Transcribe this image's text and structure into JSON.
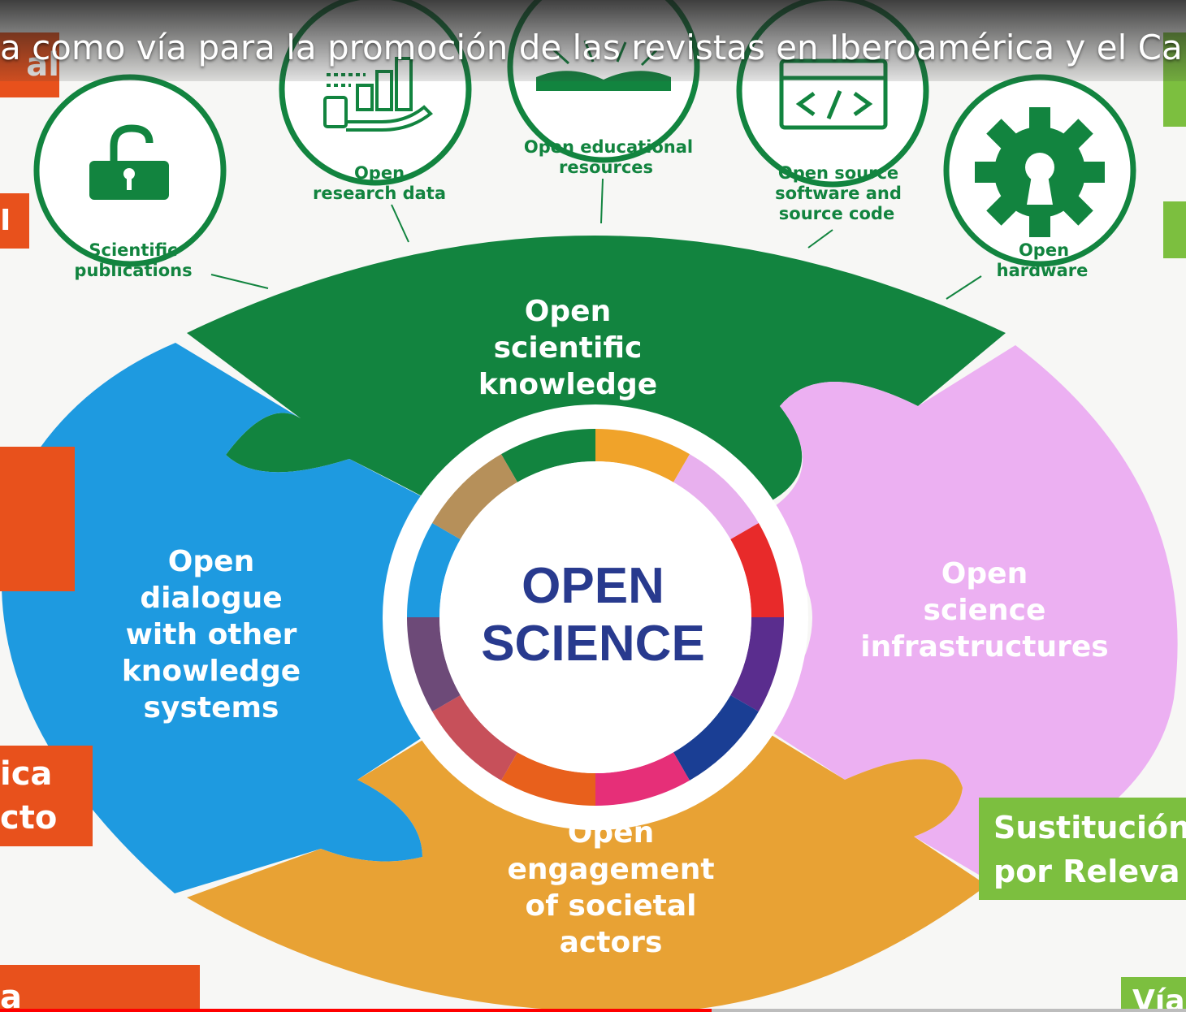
{
  "video": {
    "title": "a como vía para la promoción de las revistas en Iberoamérica y el Ca"
  },
  "diagram": {
    "center": {
      "line1": "OPEN",
      "line2": "SCIENCE"
    },
    "pieces": {
      "top": {
        "lines": [
          "Open",
          "scientific",
          "knowledge"
        ]
      },
      "left": {
        "lines": [
          "Open",
          "dialogue",
          "with other",
          "knowledge",
          "systems"
        ]
      },
      "right": {
        "lines": [
          "Open",
          "science",
          "infrastructures"
        ]
      },
      "bottom": {
        "lines": [
          "Open",
          "engagement",
          "of societal",
          "actors"
        ]
      }
    },
    "outputs": [
      {
        "icon": "padlock-icon",
        "lines": [
          "Scientific",
          "publications"
        ]
      },
      {
        "icon": "data-hand-icon",
        "lines": [
          "Open",
          "research data"
        ]
      },
      {
        "icon": "book-icon",
        "lines": [
          "Open educational",
          "resources"
        ]
      },
      {
        "icon": "code-window-icon",
        "lines": [
          "Open source",
          "software and",
          "source code"
        ]
      },
      {
        "icon": "gear-icon",
        "lines": [
          "Open",
          "hardware"
        ]
      }
    ]
  },
  "side_tags": {
    "left_1": "al",
    "left_2": "I",
    "left_4": "ica\ncto",
    "left_5": "a",
    "right_4": "Sustitución\npor Releva",
    "right_5": "Vía"
  },
  "colors": {
    "green": "#12843f",
    "blue": "#1e9ae0",
    "pink": "#ecb0f2",
    "orange": "#e8a234",
    "navy": "#283a8e",
    "side_orange": "#e8511c",
    "side_green": "#7cbf3f",
    "progress": "#ff0000"
  },
  "player": {
    "progress": 0.6
  }
}
